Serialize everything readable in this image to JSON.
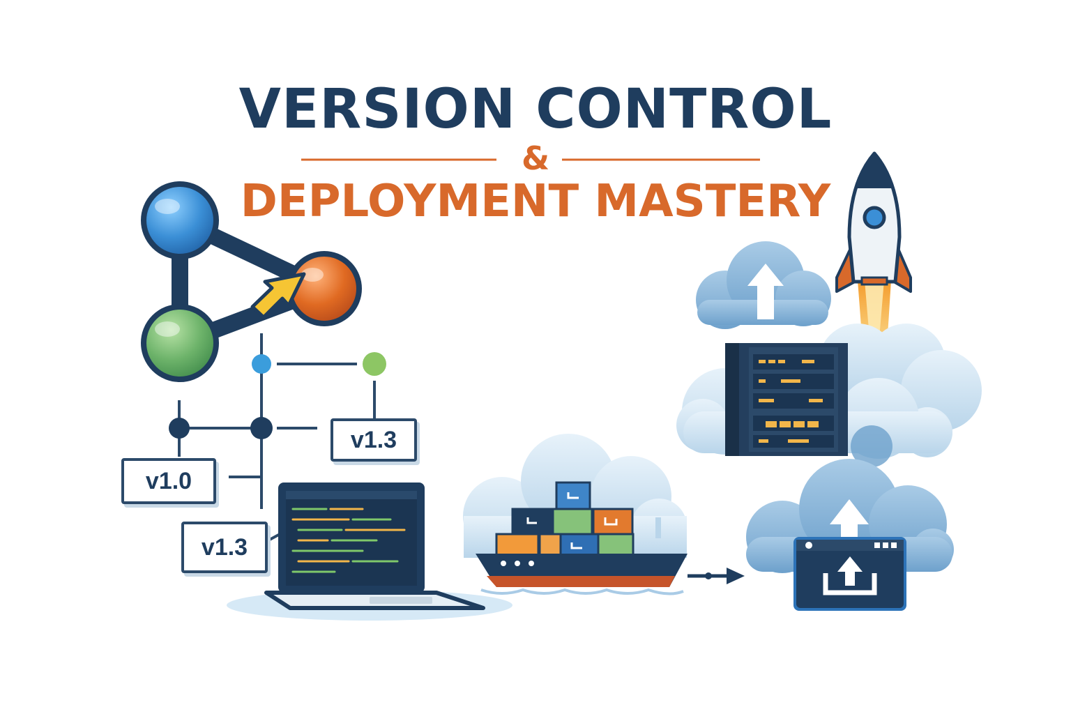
{
  "title": {
    "line1": "VERSION CONTROL",
    "ampersand": "&",
    "line2": "DEPLOYMENT MASTERY"
  },
  "version_tags": {
    "left_mid": "v1.0",
    "left_low": "v1.3",
    "right_mid": "v1.3"
  },
  "colors": {
    "navy": "#1f3d5e",
    "orange": "#d8692b",
    "blue_node": "#3b8fd6",
    "green_node": "#6db36a",
    "yellow_arrow": "#f6c534",
    "cloud": "#c7deef"
  },
  "icons": [
    "git-branch-icon",
    "merge-arrow-icon",
    "commit-graph-icon",
    "laptop-icon",
    "container-ship-icon",
    "cloud-upload-icon",
    "server-rack-icon",
    "rocket-icon",
    "deploy-window-icon"
  ]
}
